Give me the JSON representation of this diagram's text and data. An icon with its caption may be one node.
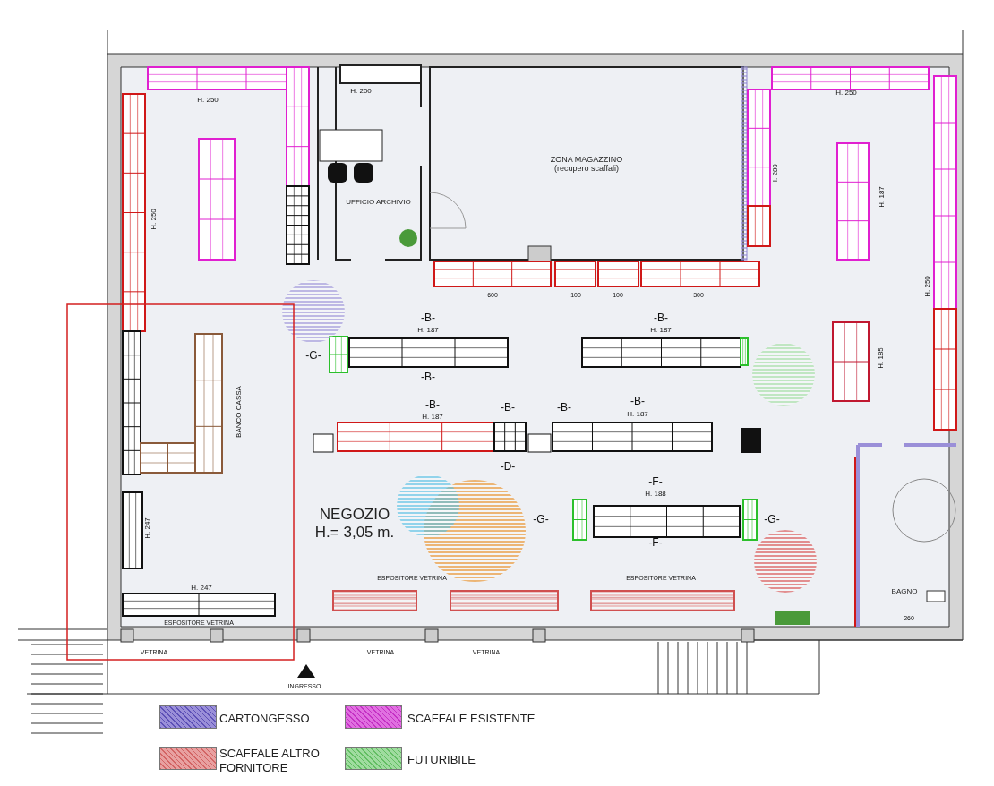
{
  "diagram": {
    "nodes": [
      {
        "text": [
          "ZONA MAGAZZINO",
          "(recupero scaffali)"
        ]
      },
      {
        "text": [
          "UFFICIO ARCHIVIO"
        ]
      },
      {
        "text": [
          "NEGOZIO",
          "H.= 3,05 m."
        ]
      },
      {
        "text": [
          "BAGNO"
        ]
      }
    ],
    "labels": [
      "H. 250",
      "H. 250",
      "H. 200",
      "H. 250",
      "H. 280",
      "H. 187",
      "H. 250",
      "-G-",
      "-B-",
      "H. 187",
      "-B-",
      "H. 187",
      "-B-",
      "H. 185",
      "BANCO CASSA",
      "-B-",
      "H. 187",
      "-B-",
      "-B-",
      "-B-",
      "H. 187",
      "-D-",
      "-F-",
      "H. 188",
      "-G-",
      "-G-",
      "-F-",
      "H. 247",
      "H. 247",
      "ESPOSITORE VETRINA",
      "ESPOSITORE VETRINA",
      "ESPOSITORE VETRINA",
      "600",
      "100",
      "100",
      "300",
      "VETRINA",
      "VETRINA",
      "VETRINA",
      "INGRESSO",
      "260"
    ],
    "legend": [
      {
        "text": "CARTONGESSO",
        "color": "#9a8fd8"
      },
      {
        "text": "SCAFFALE ESISTENTE",
        "color": "#e070e0"
      },
      {
        "text": "SCAFFALE ALTRO FORNITORE",
        "color": "#e8a0a0"
      },
      {
        "text": "FUTURIBILE",
        "color": "#9fdc9f"
      }
    ]
  }
}
